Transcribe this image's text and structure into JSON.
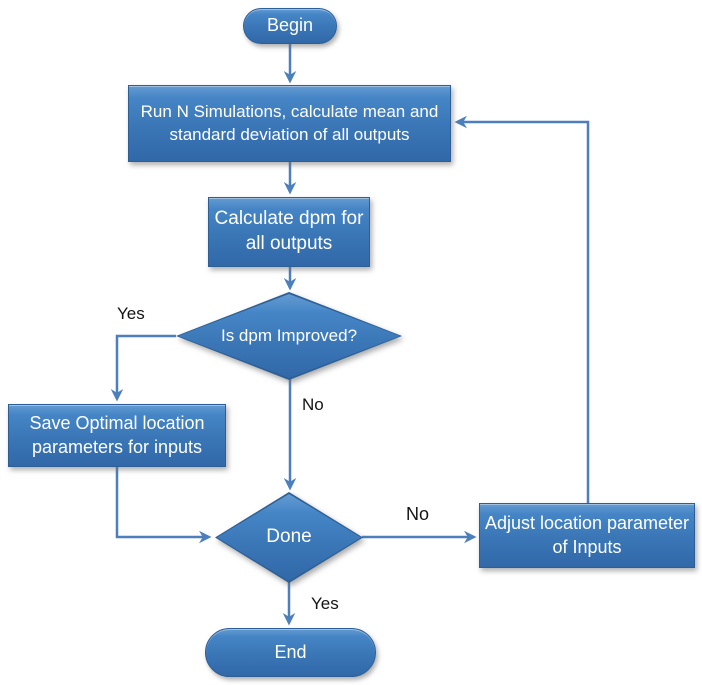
{
  "diagram": {
    "type": "flowchart",
    "background": "#ffffff",
    "colors": {
      "shape_fill_top": "#649bd2",
      "shape_fill_bottom": "#3168a8",
      "shape_border": "#2d5f96",
      "connector": "#4c7fbc",
      "shape_text": "#ffffff",
      "edge_label_text": "#141414"
    },
    "nodes": [
      {
        "id": "begin",
        "type": "terminator",
        "label": "Begin"
      },
      {
        "id": "run",
        "type": "process",
        "label": "Run N Simulations, calculate mean and standard deviation of all outputs"
      },
      {
        "id": "calc",
        "type": "process",
        "label": "Calculate dpm for all outputs"
      },
      {
        "id": "improved",
        "type": "decision",
        "label": "Is dpm Improved?"
      },
      {
        "id": "save",
        "type": "process",
        "label": "Save Optimal  location parameters for inputs"
      },
      {
        "id": "done",
        "type": "decision",
        "label": "Done"
      },
      {
        "id": "adjust",
        "type": "process",
        "label": "Adjust location parameter of Inputs"
      },
      {
        "id": "end",
        "type": "terminator",
        "label": "End"
      }
    ],
    "edges": [
      {
        "from": "begin",
        "to": "run",
        "label": ""
      },
      {
        "from": "run",
        "to": "calc",
        "label": ""
      },
      {
        "from": "calc",
        "to": "improved",
        "label": ""
      },
      {
        "from": "improved",
        "to": "save",
        "label": "Yes"
      },
      {
        "from": "improved",
        "to": "done",
        "label": "No"
      },
      {
        "from": "save",
        "to": "done",
        "label": ""
      },
      {
        "from": "done",
        "to": "adjust",
        "label": "No"
      },
      {
        "from": "adjust",
        "to": "run",
        "label": ""
      },
      {
        "from": "done",
        "to": "end",
        "label": "Yes"
      }
    ]
  }
}
